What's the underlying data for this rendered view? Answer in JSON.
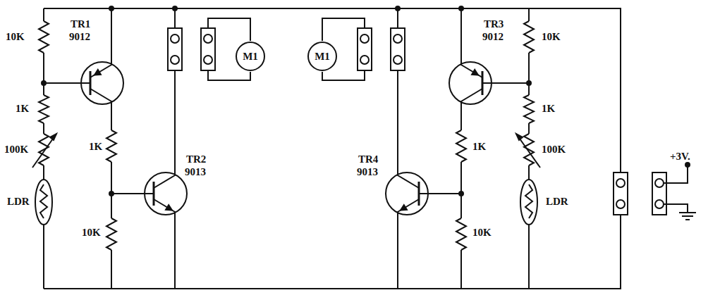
{
  "diagram": {
    "nodes": [
      {
        "text": [
          "M1"
        ]
      },
      {
        "text": [
          "M1"
        ]
      }
    ],
    "labels": [
      "10K",
      "TR1",
      "9012",
      "1K",
      "100K",
      "LDR",
      "1K",
      "10K",
      "TR2",
      "9013",
      "TR4",
      "9013",
      "1K",
      "10K",
      "TR3",
      "9012",
      "10K",
      "1K",
      "100K",
      "LDR",
      "+3V."
    ]
  }
}
